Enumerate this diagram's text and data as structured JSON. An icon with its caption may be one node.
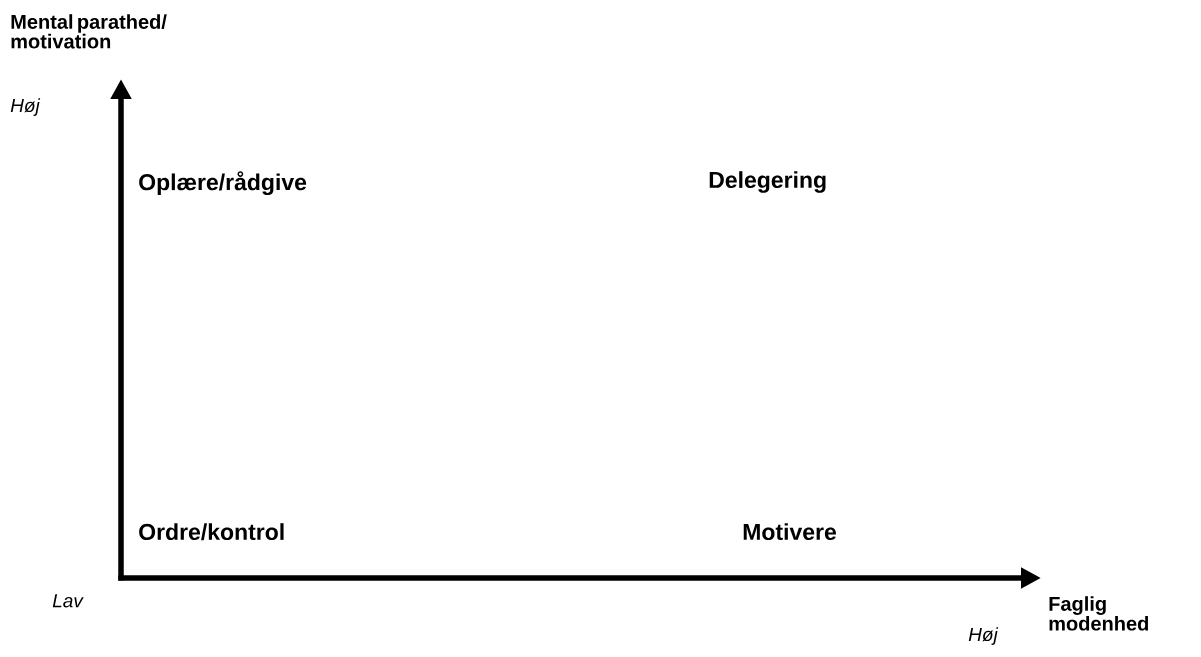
{
  "diagram": {
    "labels": [
      "Mental parathed/ motivation",
      "Høj",
      "Oplære/rådgive",
      "Delegering",
      "Ordre/kontrol",
      "Motivere",
      "Lav",
      "Faglig modenhed",
      "Høj"
    ]
  }
}
